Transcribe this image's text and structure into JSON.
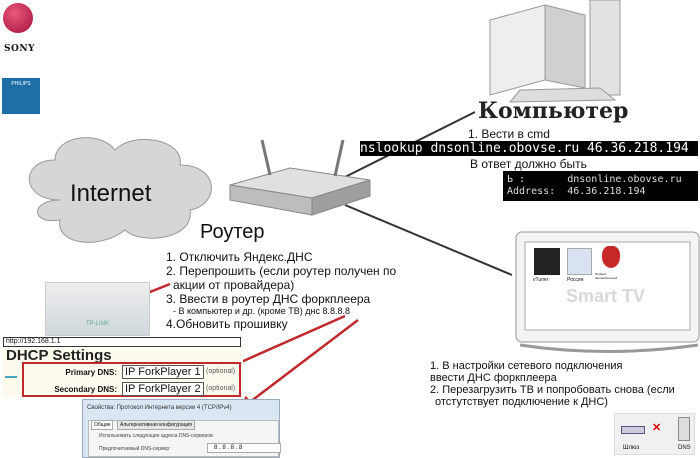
{
  "logos": {
    "lg": "LG",
    "sony": "SONY",
    "philips": "PHILIPS"
  },
  "internet": {
    "label": "Internet"
  },
  "computer": {
    "title": "Компьютер",
    "step1": "1. Вести в cmd",
    "command": "nslookup dnsonline.obovse.ru 46.36.218.194",
    "expect": "В ответ должно быть",
    "result_line1_label": "Ь :",
    "result_line1_value": "dnsonline.obovse.ru",
    "result_line2_label": "Address:",
    "result_line2_value": "46.36.218.194"
  },
  "router": {
    "title": "Роутер",
    "steps": [
      "1. Отключить Яндекс.ДНС",
      "2. Перепрошить (если роутер получен по",
      "акции от провайдера)",
      "3. Ввести в роутер ДНС форкплеера",
      "- В компьютер и др. (кроме ТВ) днс 8.8.8.8",
      "4.Обновить прошивку"
    ],
    "photo_brand": "TP-LINK"
  },
  "dhcp": {
    "url": "http://192.168.1.1",
    "title": "DHCP Settings",
    "primary_label": "Primary DNS:",
    "primary_value": "IP ForkPlayer 1",
    "secondary_label": "Secondary DNS:",
    "secondary_value": "IP ForkPlayer 2",
    "optional": "(optional)"
  },
  "windows_dialog": {
    "title": "Свойства: Протокол Интернета версии 4 (TCP/IPv4)",
    "tab_general": "Общие",
    "tab_alt": "Альтернативная конфигурация",
    "radio": "Использовать следующие адреса DNS-серверов:",
    "preferred_label": "Предпочитаемый DNS-сервер:",
    "preferred_value": "8 . 8 . 8 . 8"
  },
  "tv": {
    "label": "Smart TV",
    "apps": [
      "vTuner",
      "Россия",
      "Первый автомобильный"
    ],
    "steps": [
      "1. В настройки сетевого подключения",
      "ввести ДНС форкплеера",
      "2. Перезагрузить ТВ и попробовать снова (если",
      "отстутствует подключение к ДНС)"
    ]
  },
  "status_image": {
    "gateway": "Шлюз",
    "dns": "DNS"
  },
  "colors": {
    "arrow": "#c0292b",
    "terminal": "#000000"
  }
}
